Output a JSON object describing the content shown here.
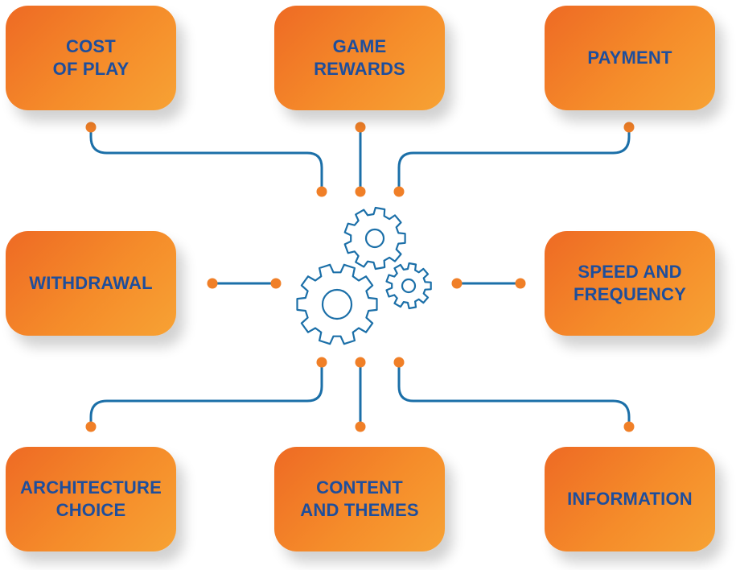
{
  "colors": {
    "box_gradient_start": "#ee6a24",
    "box_gradient_end": "#f7a234",
    "label_text": "#1e4e9c",
    "connector_line": "#1b6fa8",
    "connector_dot": "#f07f27",
    "gear_stroke": "#1b6fa8"
  },
  "nodes": {
    "cost_of_play": "COST\nOF PLAY",
    "game_rewards": "GAME\nREWARDS",
    "payment": "PAYMENT",
    "withdrawal": "WITHDRAWAL",
    "speed_and_frequency": "SPEED AND\nFREQUENCY",
    "architecture_choice": "ARCHITECTURE\nCHOICE",
    "content_and_themes": "CONTENT\nAND THEMES",
    "information": "INFORMATION"
  },
  "center_icon": "gears-icon"
}
